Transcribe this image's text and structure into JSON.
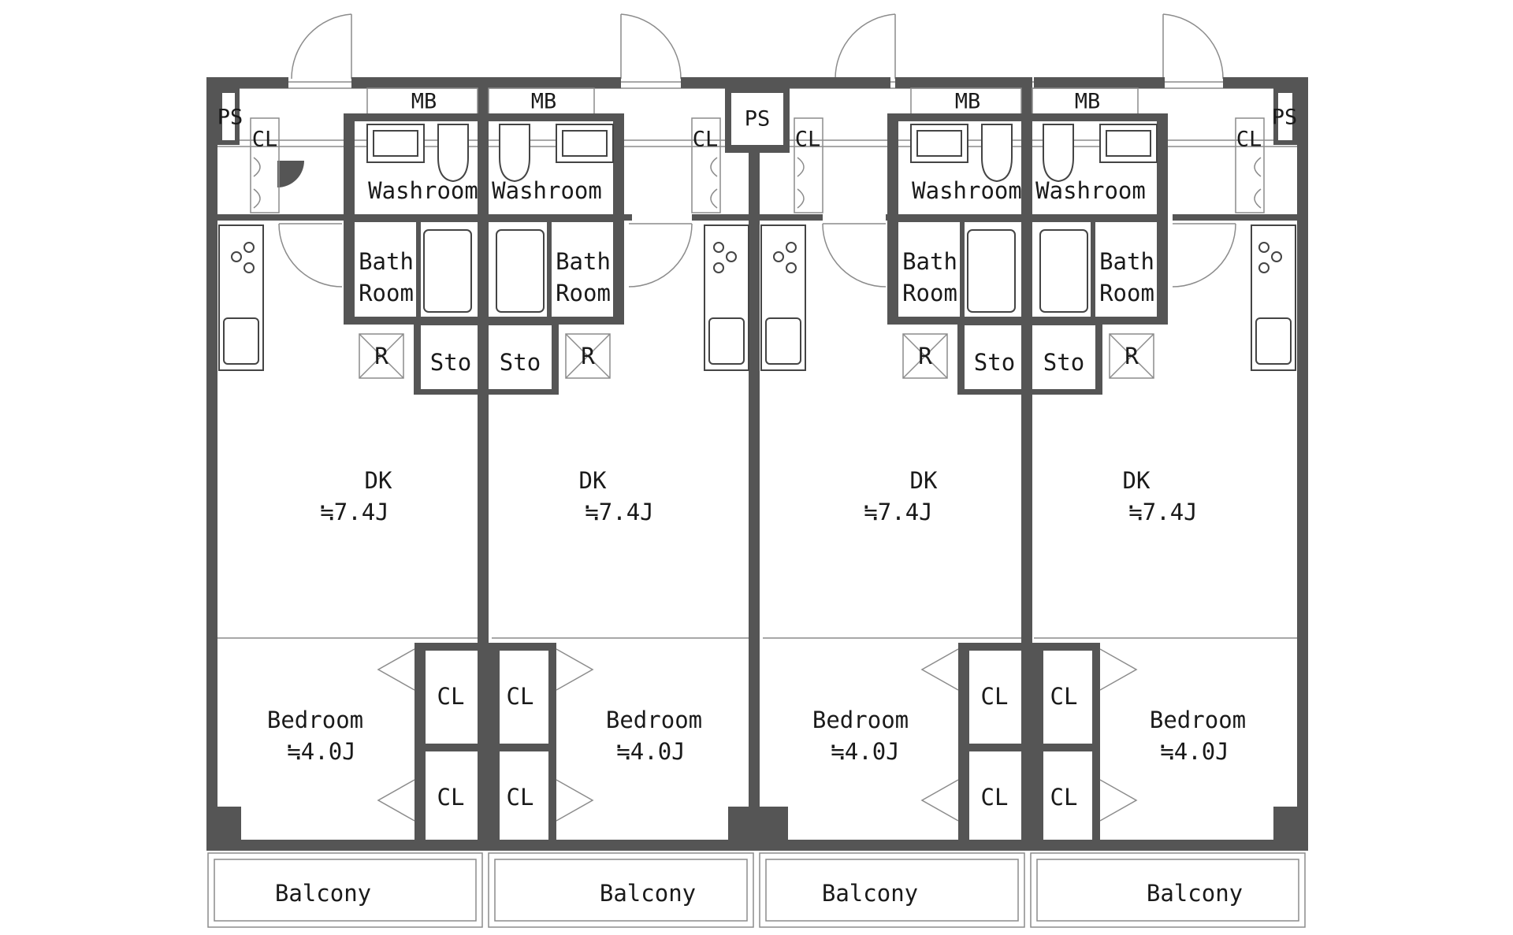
{
  "labels": {
    "ps": "PS",
    "mb": "MB",
    "cl": "CL",
    "washroom": "Washroom",
    "bath_1": "Bath",
    "bath_2": "Room",
    "r": "R",
    "sto": "Sto",
    "dk": "DK",
    "dk_size": "≒7.4J",
    "bedroom": "Bedroom",
    "bedroom_size": "≒4.0J",
    "balcony": "Balcony"
  },
  "colors": {
    "wall": "#555555",
    "line": "#8c8c8c",
    "text": "#1a1a1a",
    "background": "#ffffff"
  }
}
